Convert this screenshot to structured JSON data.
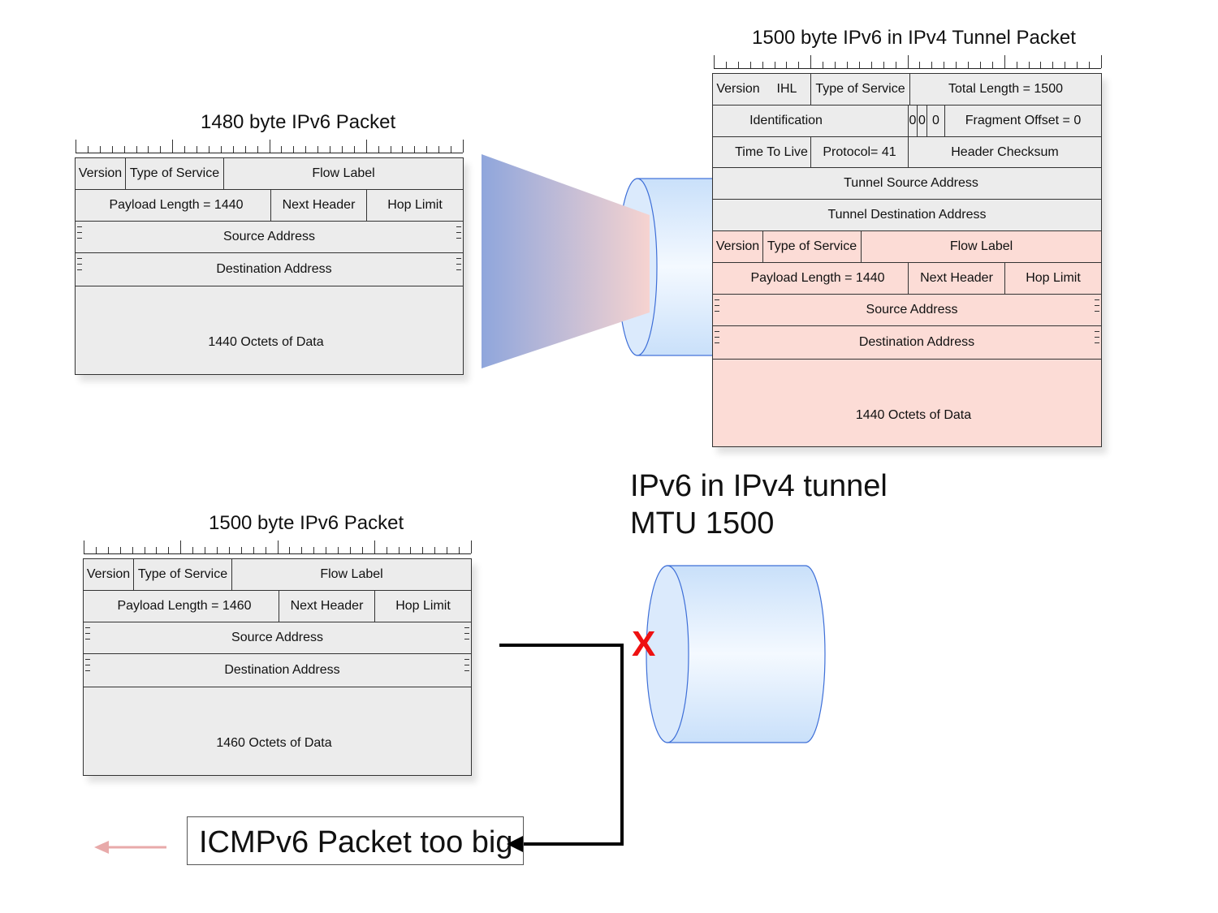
{
  "packet_a": {
    "title": "1480 byte IPv6 Packet",
    "version": "Version",
    "tos": "Type of Service",
    "flow_label": "Flow Label",
    "payload_length": "Payload Length = 1440",
    "next_header": "Next Header",
    "hop_limit": "Hop Limit",
    "source": "Source Address",
    "destination": "Destination Address",
    "data": "1440 Octets of Data"
  },
  "tunnel_packet": {
    "title": "1500 byte IPv6 in  IPv4 Tunnel Packet",
    "version": "Version",
    "ihl": "IHL",
    "tos": "Type of Service",
    "total_length": "Total Length = 1500",
    "identification": "Identification",
    "flags": [
      "0",
      "0",
      "0"
    ],
    "fragment_offset": "Fragment Offset = 0",
    "ttl": "Time To Live",
    "protocol": "Protocol= 41",
    "checksum": "Header Checksum",
    "tunnel_source": "Tunnel Source Address",
    "tunnel_destination": "Tunnel Destination Address",
    "inner": {
      "version": "Version",
      "tos": "Type of Service",
      "flow_label": "Flow Label",
      "payload_length": "Payload Length = 1440",
      "next_header": "Next Header",
      "hop_limit": "Hop Limit",
      "source": "Source Address",
      "destination": "Destination Address",
      "data": "1440 Octets of Data"
    }
  },
  "packet_b": {
    "title": "1500 byte IPv6 Packet",
    "version": "Version",
    "tos": "Type of Service",
    "flow_label": "Flow Label",
    "payload_length": "Payload Length = 1460",
    "next_header": "Next Header",
    "hop_limit": "Hop Limit",
    "source": "Source Address",
    "destination": "Destination Address",
    "data": "1460 Octets of Data"
  },
  "tunnel_label": {
    "line1": "IPv6 in IPv4 tunnel",
    "line2": "MTU  1500"
  },
  "blocked_mark": "X",
  "icmp_message": "ICMPv6 Packet too big",
  "colors": {
    "pink": "#fcdcd6",
    "gray": "#ececec",
    "cylinder_blue": "#d6e8fb",
    "cylinder_stroke": "#3e6fd8",
    "cone_blue": "#8fa6dc",
    "cone_pink": "#f6d3d0",
    "red": "#ee1111",
    "arrow_pink": "#e8aaaa"
  },
  "icons": [
    "tunnel-cylinder",
    "red-x",
    "return-arrow"
  ]
}
